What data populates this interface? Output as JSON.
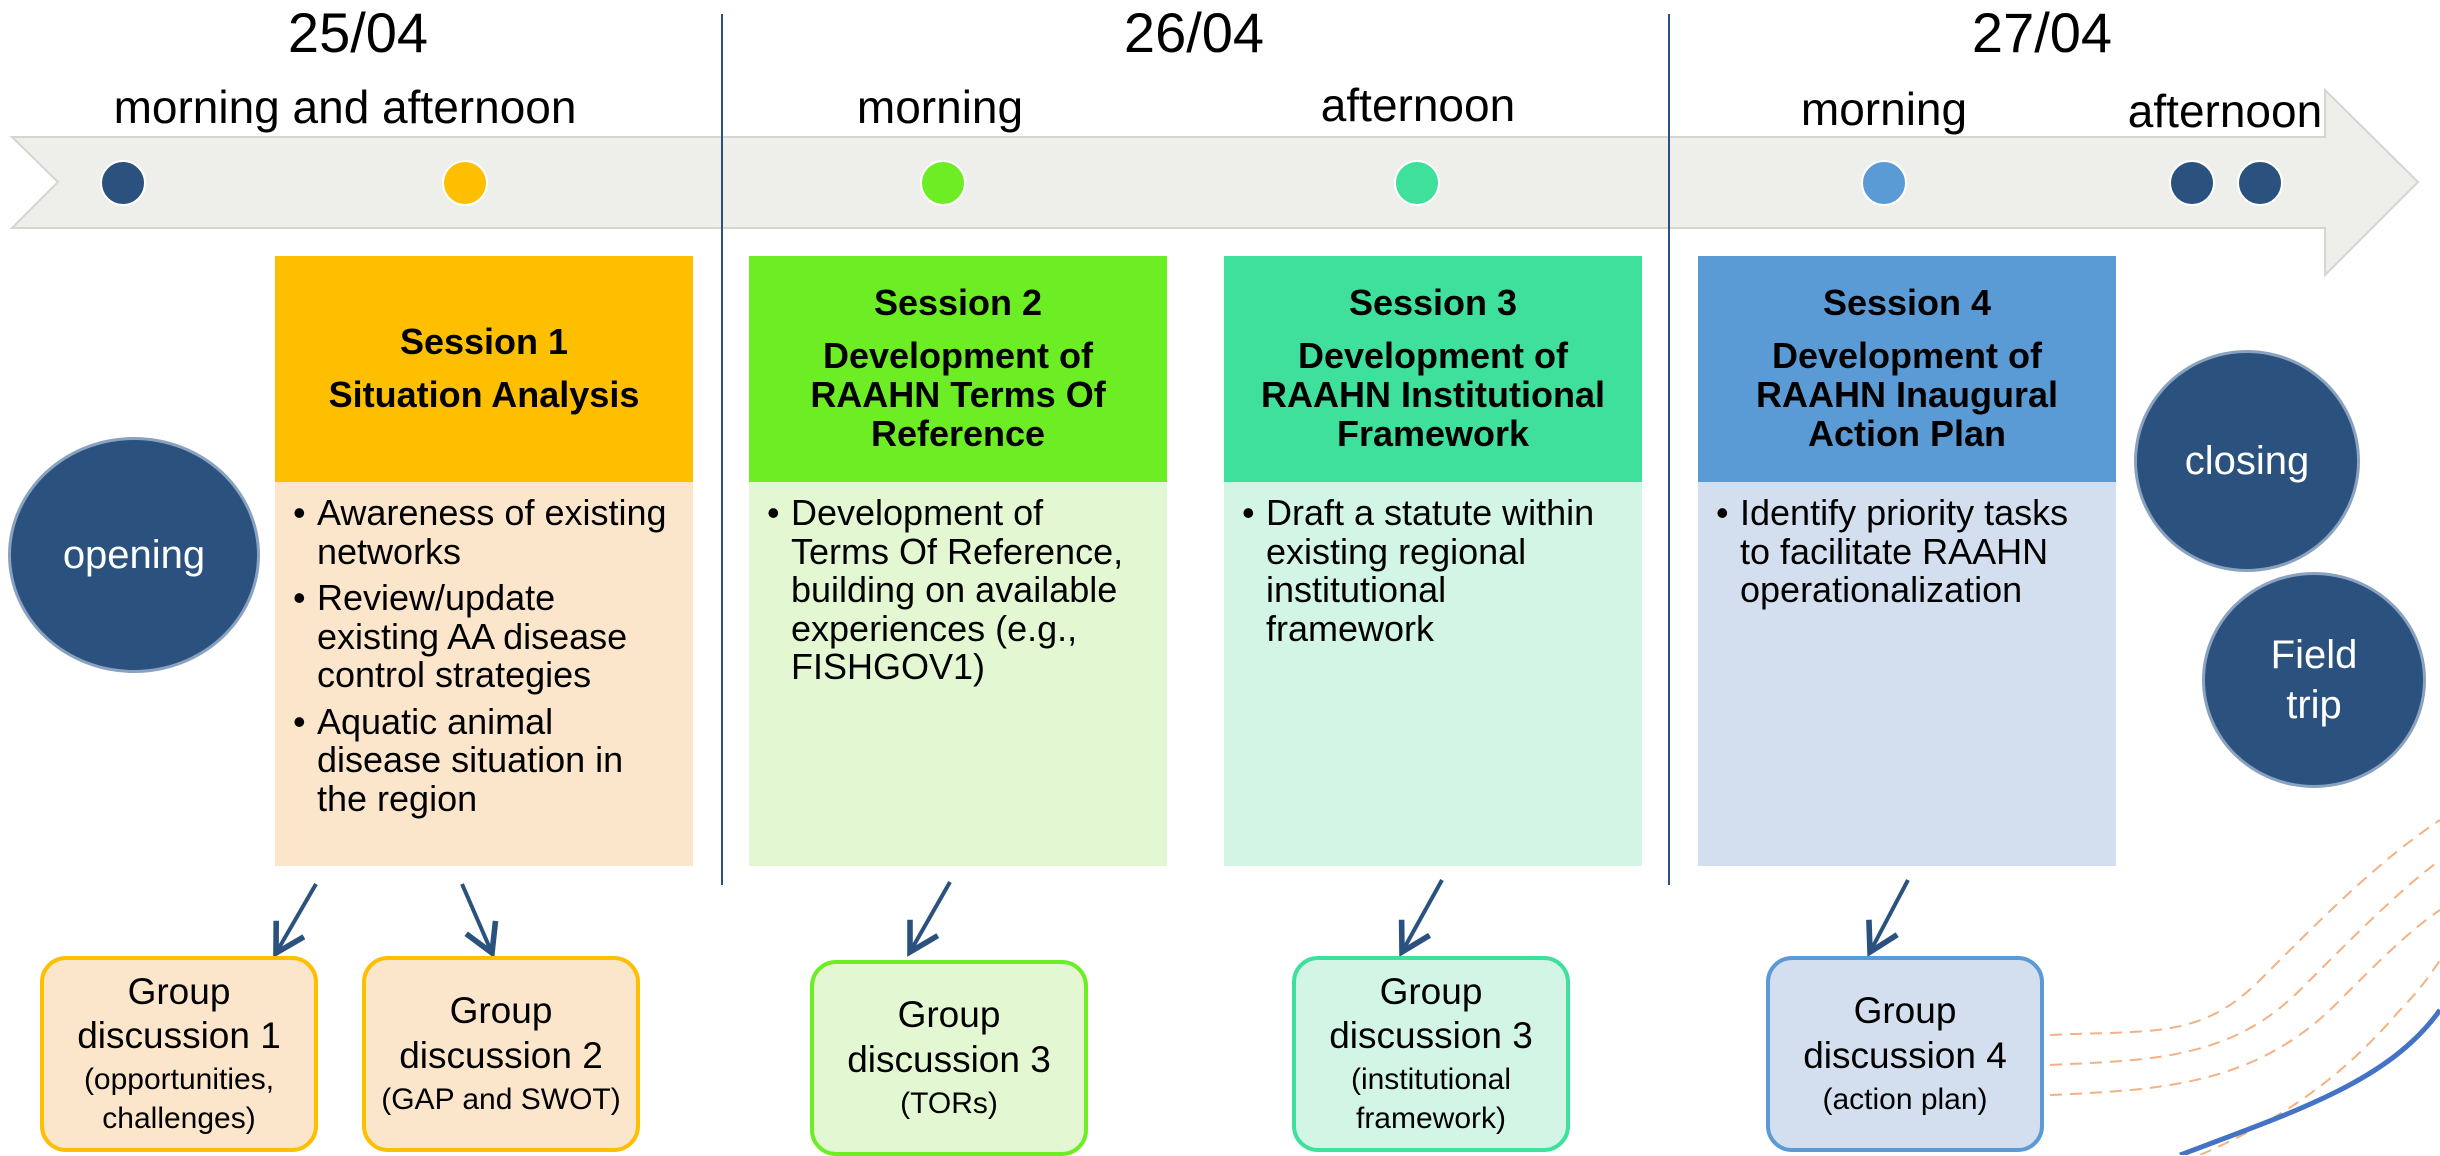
{
  "days": [
    {
      "date": "25/04",
      "periods": [
        "morning and afternoon"
      ]
    },
    {
      "date": "26/04",
      "periods": [
        "morning",
        "afternoon"
      ]
    },
    {
      "date": "27/04",
      "periods": [
        "morning",
        "afternoon"
      ]
    }
  ],
  "opening": "opening",
  "closing": "closing",
  "field_trip": [
    "Field",
    "trip"
  ],
  "sessions": [
    {
      "number": "Session 1",
      "title": "Situation Analysis",
      "bullets": [
        "Awareness of existing networks",
        "Review/update existing AA disease control strategies",
        "Aquatic animal disease situation in the region"
      ]
    },
    {
      "number": "Session 2",
      "title": "Development of RAAHN Terms Of Reference",
      "bullets": [
        "Development of Terms Of Reference, building on  available experiences (e.g., FISHGOV1)"
      ]
    },
    {
      "number": "Session 3",
      "title": "Development of RAAHN Institutional Framework",
      "bullets": [
        "Draft a statute within existing regional institutional framework"
      ]
    },
    {
      "number": "Session 4",
      "title": "Development of RAAHN Inaugural Action Plan",
      "bullets": [
        "Identify priority tasks to facilitate RAAHN operationalization"
      ]
    }
  ],
  "group_discussions": [
    {
      "title": "Group discussion 1",
      "sub": "(opportunities, challenges)"
    },
    {
      "title": "Group discussion 2",
      "sub": "(GAP and SWOT)"
    },
    {
      "title": "Group discussion 3",
      "sub": "(TORs)"
    },
    {
      "title": "Group discussion 3",
      "sub": "(institutional framework)"
    },
    {
      "title": "Group discussion 4",
      "sub": "(action plan)"
    }
  ],
  "colors": {
    "navy": "#2b527e",
    "arrow_fill": "#eeeeea",
    "session1_head": "#fdbf00",
    "session1_body": "#fbe5cb",
    "session2_head": "#6ded23",
    "session2_body": "#e3f8d2",
    "session3_head": "#3ee09b",
    "session3_body": "#d3f5e6",
    "session4_head": "#5b9bd5",
    "session4_body": "#d3dfee"
  }
}
